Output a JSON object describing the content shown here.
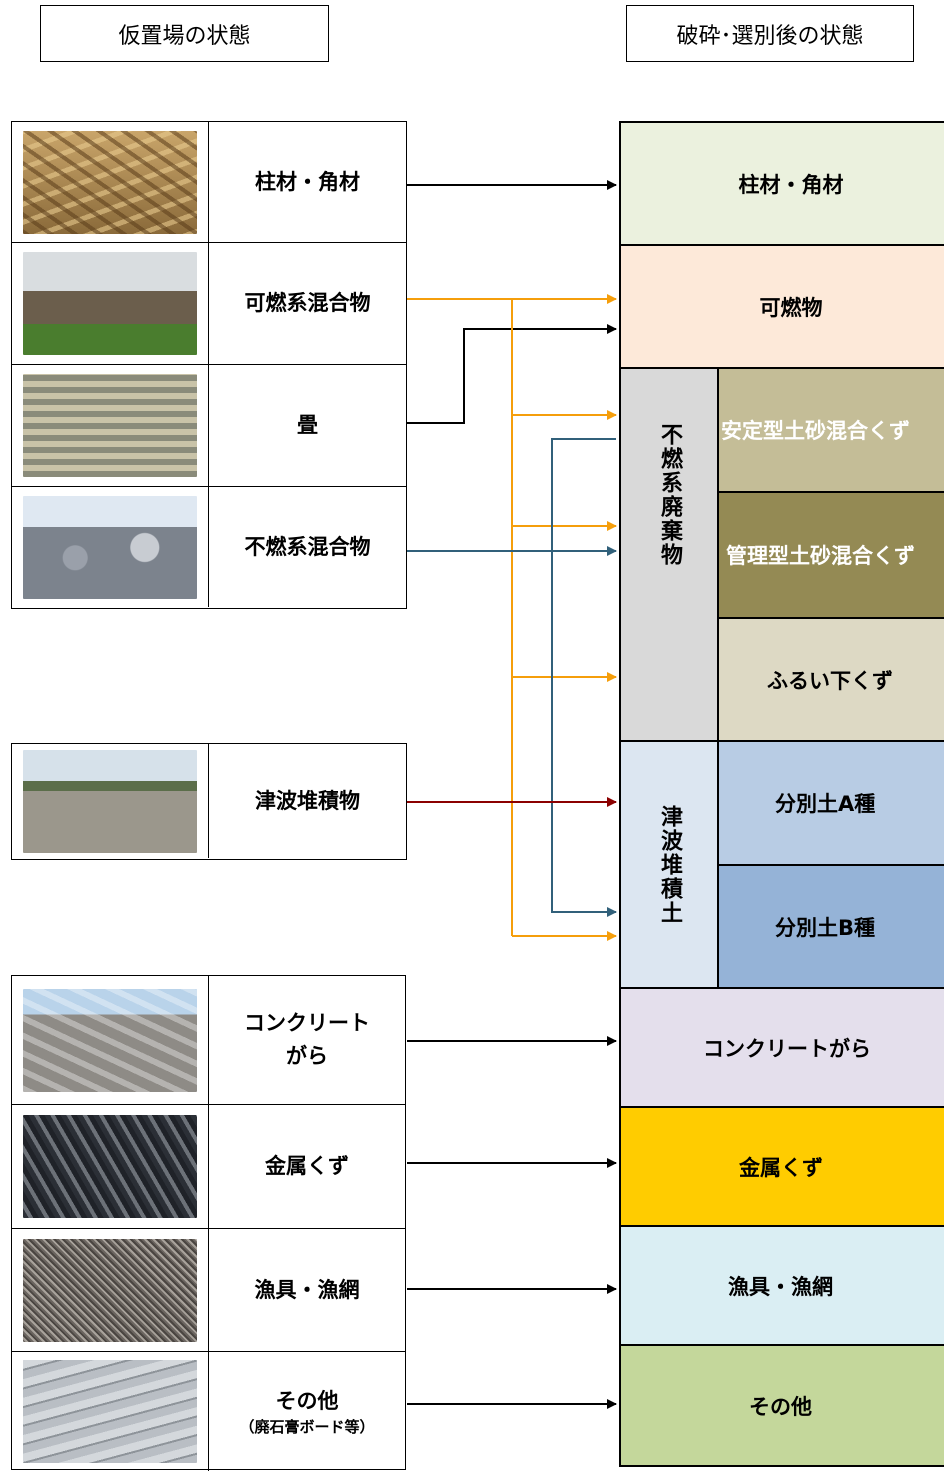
{
  "headers": {
    "left": "仮置場の状態",
    "right": "破砕･選別後の状態"
  },
  "sources": [
    {
      "label": "柱材・角材",
      "photo": "lumber-photo"
    },
    {
      "label": "可燃系混合物",
      "photo": "combustible-mixture-photo"
    },
    {
      "label": "畳",
      "photo": "tatami-photo"
    },
    {
      "label": "不燃系混合物",
      "photo": "noncombustible-mixture-photo"
    },
    {
      "label": "津波堆積物",
      "photo": "tsunami-sediment-photo"
    },
    {
      "label_line1": "コンクリート",
      "label_line2": "がら",
      "photo": "concrete-photo"
    },
    {
      "label": "金属くず",
      "photo": "metal-scrap-photo"
    },
    {
      "label": "漁具・漁網",
      "photo": "fishing-gear-photo"
    },
    {
      "label": "その他",
      "sublabel": "（廃石膏ボード等）",
      "photo": "other-photo"
    }
  ],
  "destinations": {
    "lumber": {
      "label": "柱材・角材",
      "color": "#EBF1DE"
    },
    "combustible": {
      "label": "可燃物",
      "color": "#FDE9D9"
    },
    "noncombustible_group": {
      "label": "不燃系廃棄物",
      "color": "#D9D9D9"
    },
    "stable_soil": {
      "label": "安定型土砂混合くず",
      "color": "#C4BD97"
    },
    "managed_soil": {
      "label": "管理型土砂混合くず",
      "color": "#948A54"
    },
    "sieve_under": {
      "label": "ふるい下くず",
      "color": "#DDD9C4"
    },
    "tsunami_group": {
      "label": "津波堆積土",
      "color": "#DCE6F1"
    },
    "soil_a": {
      "label": "分別土A種",
      "color": "#B8CCE4"
    },
    "soil_b": {
      "label": "分別土B種",
      "color": "#95B3D7"
    },
    "concrete": {
      "label": "コンクリートがら",
      "color": "#E4DFEC"
    },
    "metal": {
      "label": "金属くず",
      "color": "#FFCC00"
    },
    "fishing": {
      "label": "漁具・漁網",
      "color": "#DAEEF3"
    },
    "other": {
      "label": "その他",
      "color": "#C4D79B"
    }
  },
  "arrow_colors": {
    "black": "#000000",
    "orange": "#F59E0B",
    "teal": "#31607A",
    "dark_red": "#8B0000"
  }
}
